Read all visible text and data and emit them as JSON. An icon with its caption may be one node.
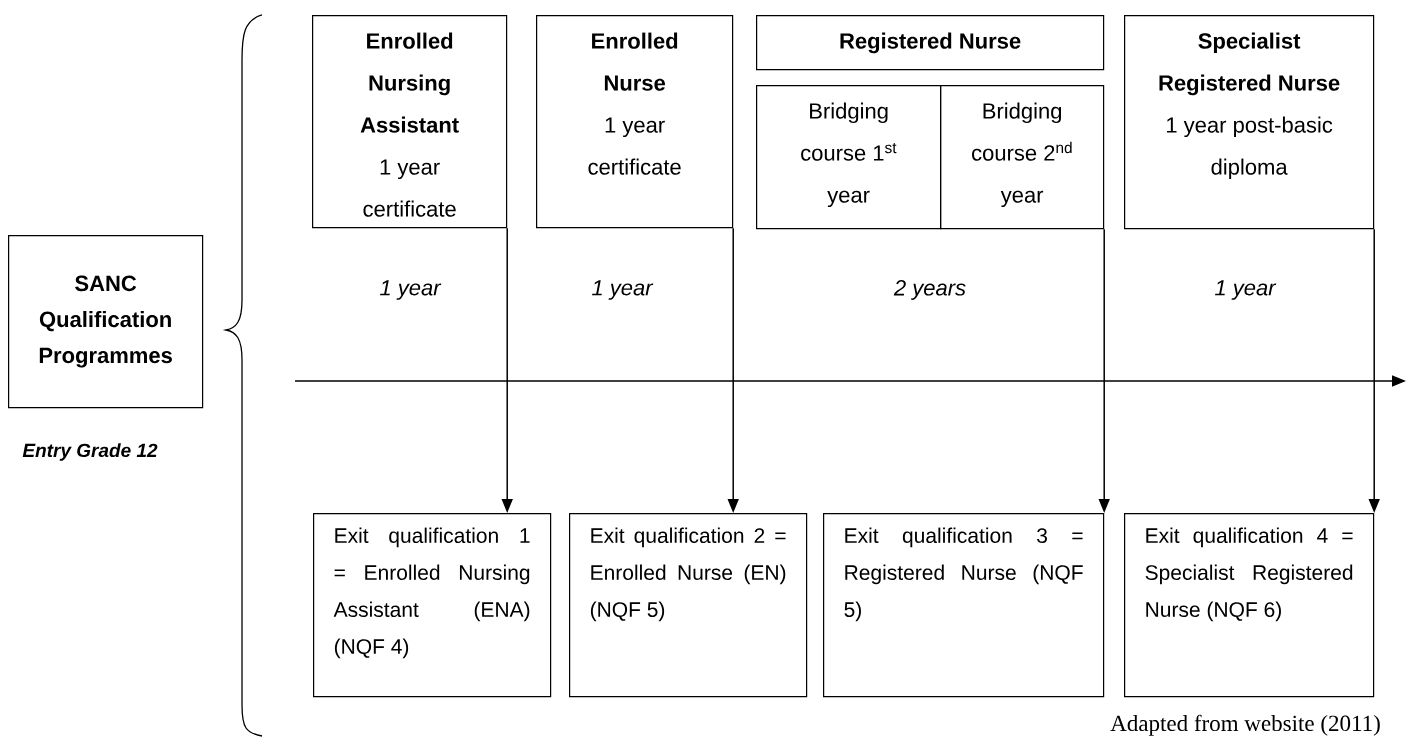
{
  "diagram": {
    "caption": "Adapted from website (2011)",
    "nodes": [
      {
        "text": [
          "SANC Qualification Programmes"
        ]
      },
      {
        "text": [
          "Enrolled Nursing Assistant",
          "1 year certificate"
        ]
      },
      {
        "text": [
          "Enrolled Nurse",
          "1 year certificate"
        ]
      },
      {
        "text": [
          "Registered Nurse"
        ]
      },
      {
        "text": [
          "Bridging course 1$^{st}$ year"
        ]
      },
      {
        "text": [
          "Bridging course 2$^{nd}$ year"
        ]
      },
      {
        "text": [
          "Specialist Registered Nurse",
          "1 year post-basic diploma"
        ]
      },
      {
        "text": [
          "Exit qualification 1 = Enrolled Nursing Assistant (ENA) (NQF 4)"
        ]
      },
      {
        "text": [
          "Exit qualification 2 = Enrolled Nurse (EN) (NQF 5)"
        ]
      },
      {
        "text": [
          "Exit qualification 3 = Registered Nurse (NQF 5)"
        ]
      },
      {
        "text": [
          "Exit qualification 4 = Specialist Registered Nurse (NQF 6)"
        ]
      }
    ],
    "edges": [
      {
        "from": 1,
        "to": 7,
        "arrow": "to"
      },
      {
        "from": 2,
        "to": 8,
        "arrow": "to"
      },
      {
        "from": 5,
        "to": 9,
        "arrow": "to"
      },
      {
        "from": 6,
        "to": 10,
        "arrow": "to"
      }
    ],
    "labels": [
      "1 year",
      "1 year",
      "2 years",
      "1 year",
      "Entry Grade 12"
    ]
  }
}
